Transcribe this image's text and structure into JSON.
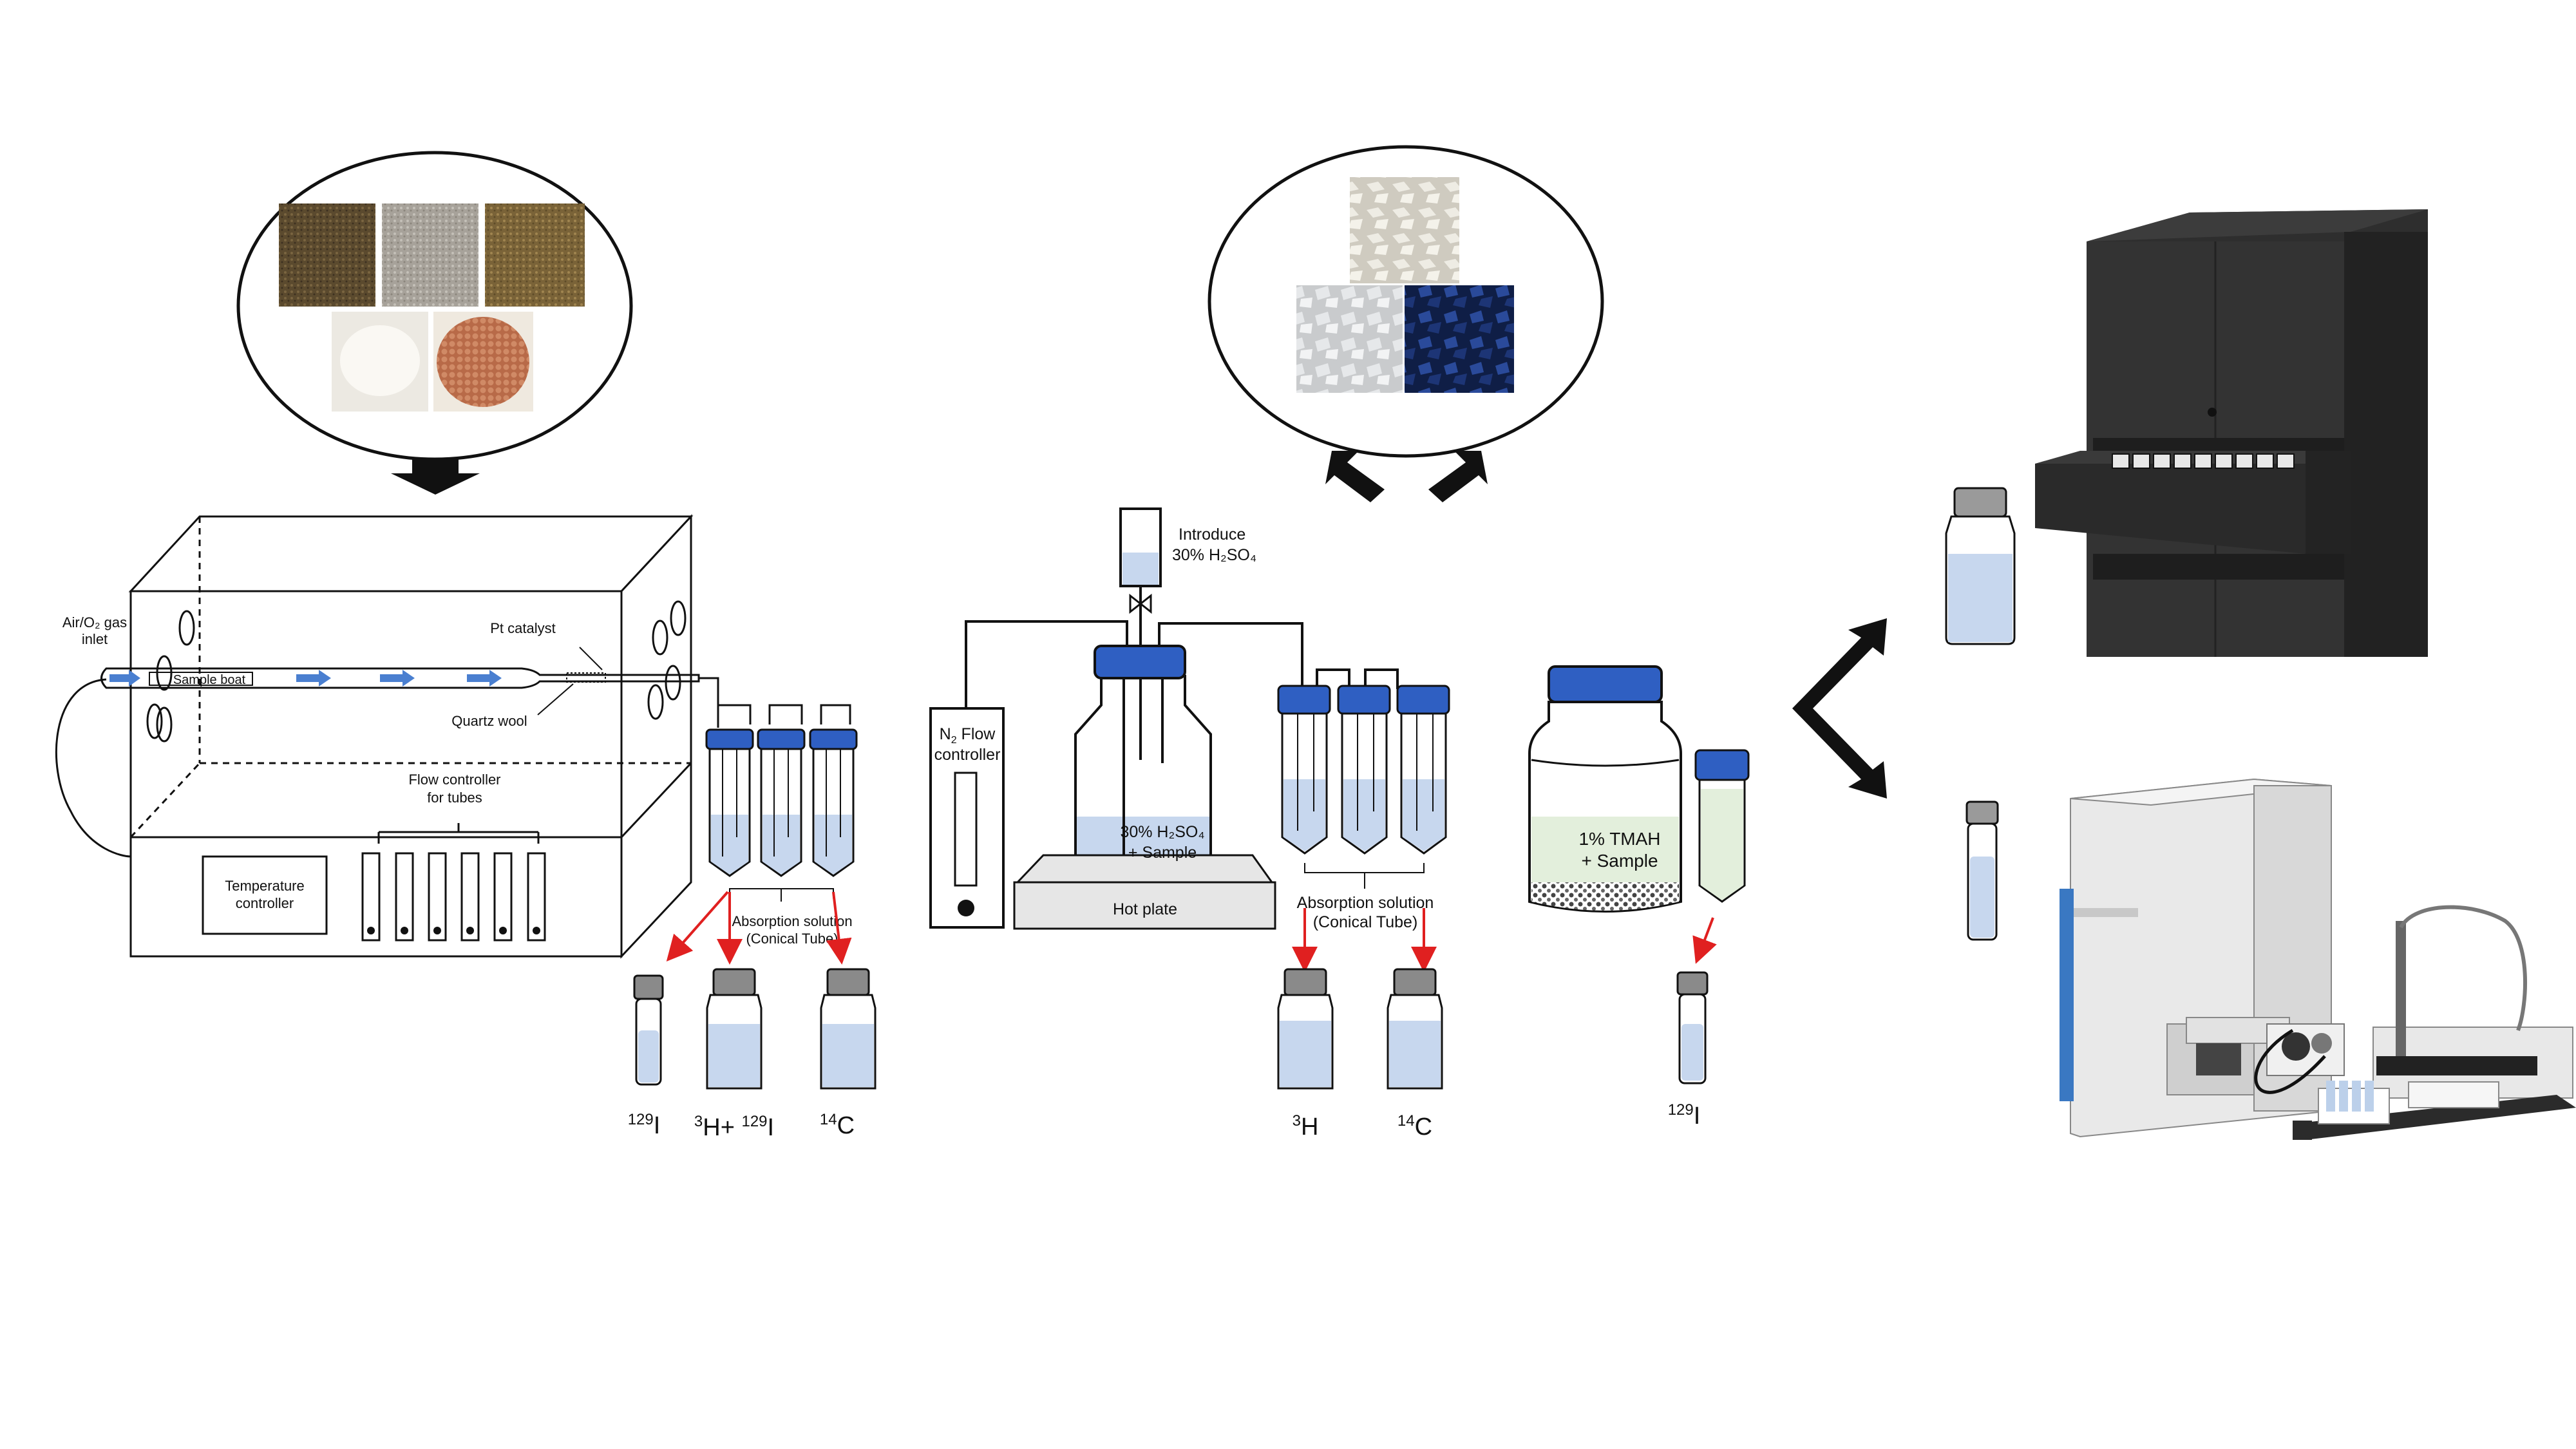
{
  "furnace": {
    "gas_inlet_line1": "Air/O₂ gas",
    "gas_inlet_line2": "inlet",
    "sample_boat": "Sample boat",
    "pt_catalyst": "Pt catalyst",
    "quartz_wool": "Quartz wool",
    "flow_controller_line1": "Flow controller",
    "flow_controller_line2": "for tubes",
    "temperature_line1": "Temperature",
    "temperature_line2": "controller",
    "absorption_line1": "Absorption solution",
    "absorption_line2": "(Conical Tube)",
    "vial_labels": [
      {
        "sup": "129",
        "main": "I"
      },
      {
        "pre_sup": "3",
        "main": "H+ ",
        "sup": "129",
        "main2": "I"
      },
      {
        "pre_sup": "14",
        "main": "C"
      }
    ]
  },
  "acid_setup": {
    "introduce_line1": "Introduce",
    "introduce_line2": "30% H₂SO₄",
    "n2_line1": "N",
    "n2_sub": "2",
    "n2_line1b": " Flow",
    "n2_line2": "controller",
    "bottle_line1": "30% H₂SO₄",
    "bottle_line2": "+ Sample",
    "hot_plate": "Hot plate",
    "absorption_line1": "Absorption solution",
    "absorption_line2": "(Conical Tube)",
    "vial_labels": [
      {
        "pre_sup": "3",
        "main": "H"
      },
      {
        "pre_sup": "14",
        "main": "C"
      }
    ]
  },
  "tmah": {
    "jar_line1": "1% TMAH",
    "jar_line2": "+ Sample",
    "vial_label": {
      "sup": "129",
      "main": "I"
    }
  },
  "instruments": {
    "counter_icon": "liquid-scintillation-counter-icon",
    "icpms_icon": "icp-ms-instrument-icon"
  },
  "colors": {
    "arrow_red": "#e02020",
    "flow_blue": "#4a7fd0",
    "cap_blue": "#2f5fc2",
    "liquid": "#c7d7ee",
    "tmah_liquid": "#e3efdc",
    "instrument_dark": "#2b2b2b"
  }
}
